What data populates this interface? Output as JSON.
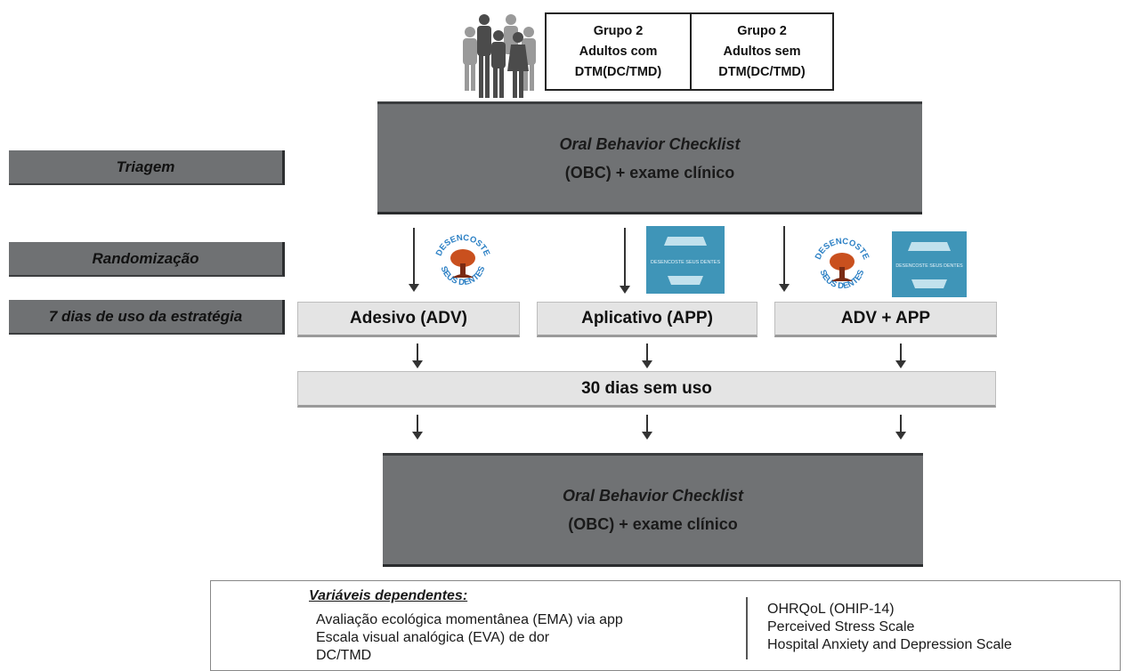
{
  "groups": [
    {
      "line1": "Grupo 2",
      "line2": "Adultos com",
      "line3": "DTM(DC/TMD)"
    },
    {
      "line1": "Grupo 2",
      "line2": "Adultos sem",
      "line3": "DTM(DC/TMD)"
    }
  ],
  "screening": {
    "line1": "Oral Behavior Checklist",
    "line2": "(OBC) + exame clínico"
  },
  "final_assessment": {
    "line1": "Oral Behavior Checklist",
    "line2": "(OBC) + exame clínico"
  },
  "side_labels": {
    "triagem": "Triagem",
    "randomizacao": "Randomização",
    "uso": "7 dias de uso da estratégia"
  },
  "interventions": {
    "adv": "Adesivo (ADV)",
    "app": "Aplicativo (APP)",
    "combo": "ADV + APP"
  },
  "washout": "30 dias sem uso",
  "logos": {
    "desencoste_top": "DESENCOSTE",
    "desencoste_bottom": "SEUS DENTES",
    "app_logo_text": "DESENCOSTE SEUS DENTES"
  },
  "variables": {
    "title": "Variáveis dependentes:",
    "left": [
      "Avaliação ecológica momentânea (EMA) via app",
      "Escala visual analógica (EVA) de dor",
      "DC/TMD"
    ],
    "right": [
      "OHRQoL (OHIP-14)",
      "Perceived Stress Scale",
      "Hospital Anxiety and Depression Scale"
    ]
  },
  "colors": {
    "dark_box": "#707274",
    "light_box": "#e4e4e4",
    "app_icon": "#3f95b8",
    "logo_ring": "#2a7fc4",
    "logo_tree": "#c9501e"
  }
}
